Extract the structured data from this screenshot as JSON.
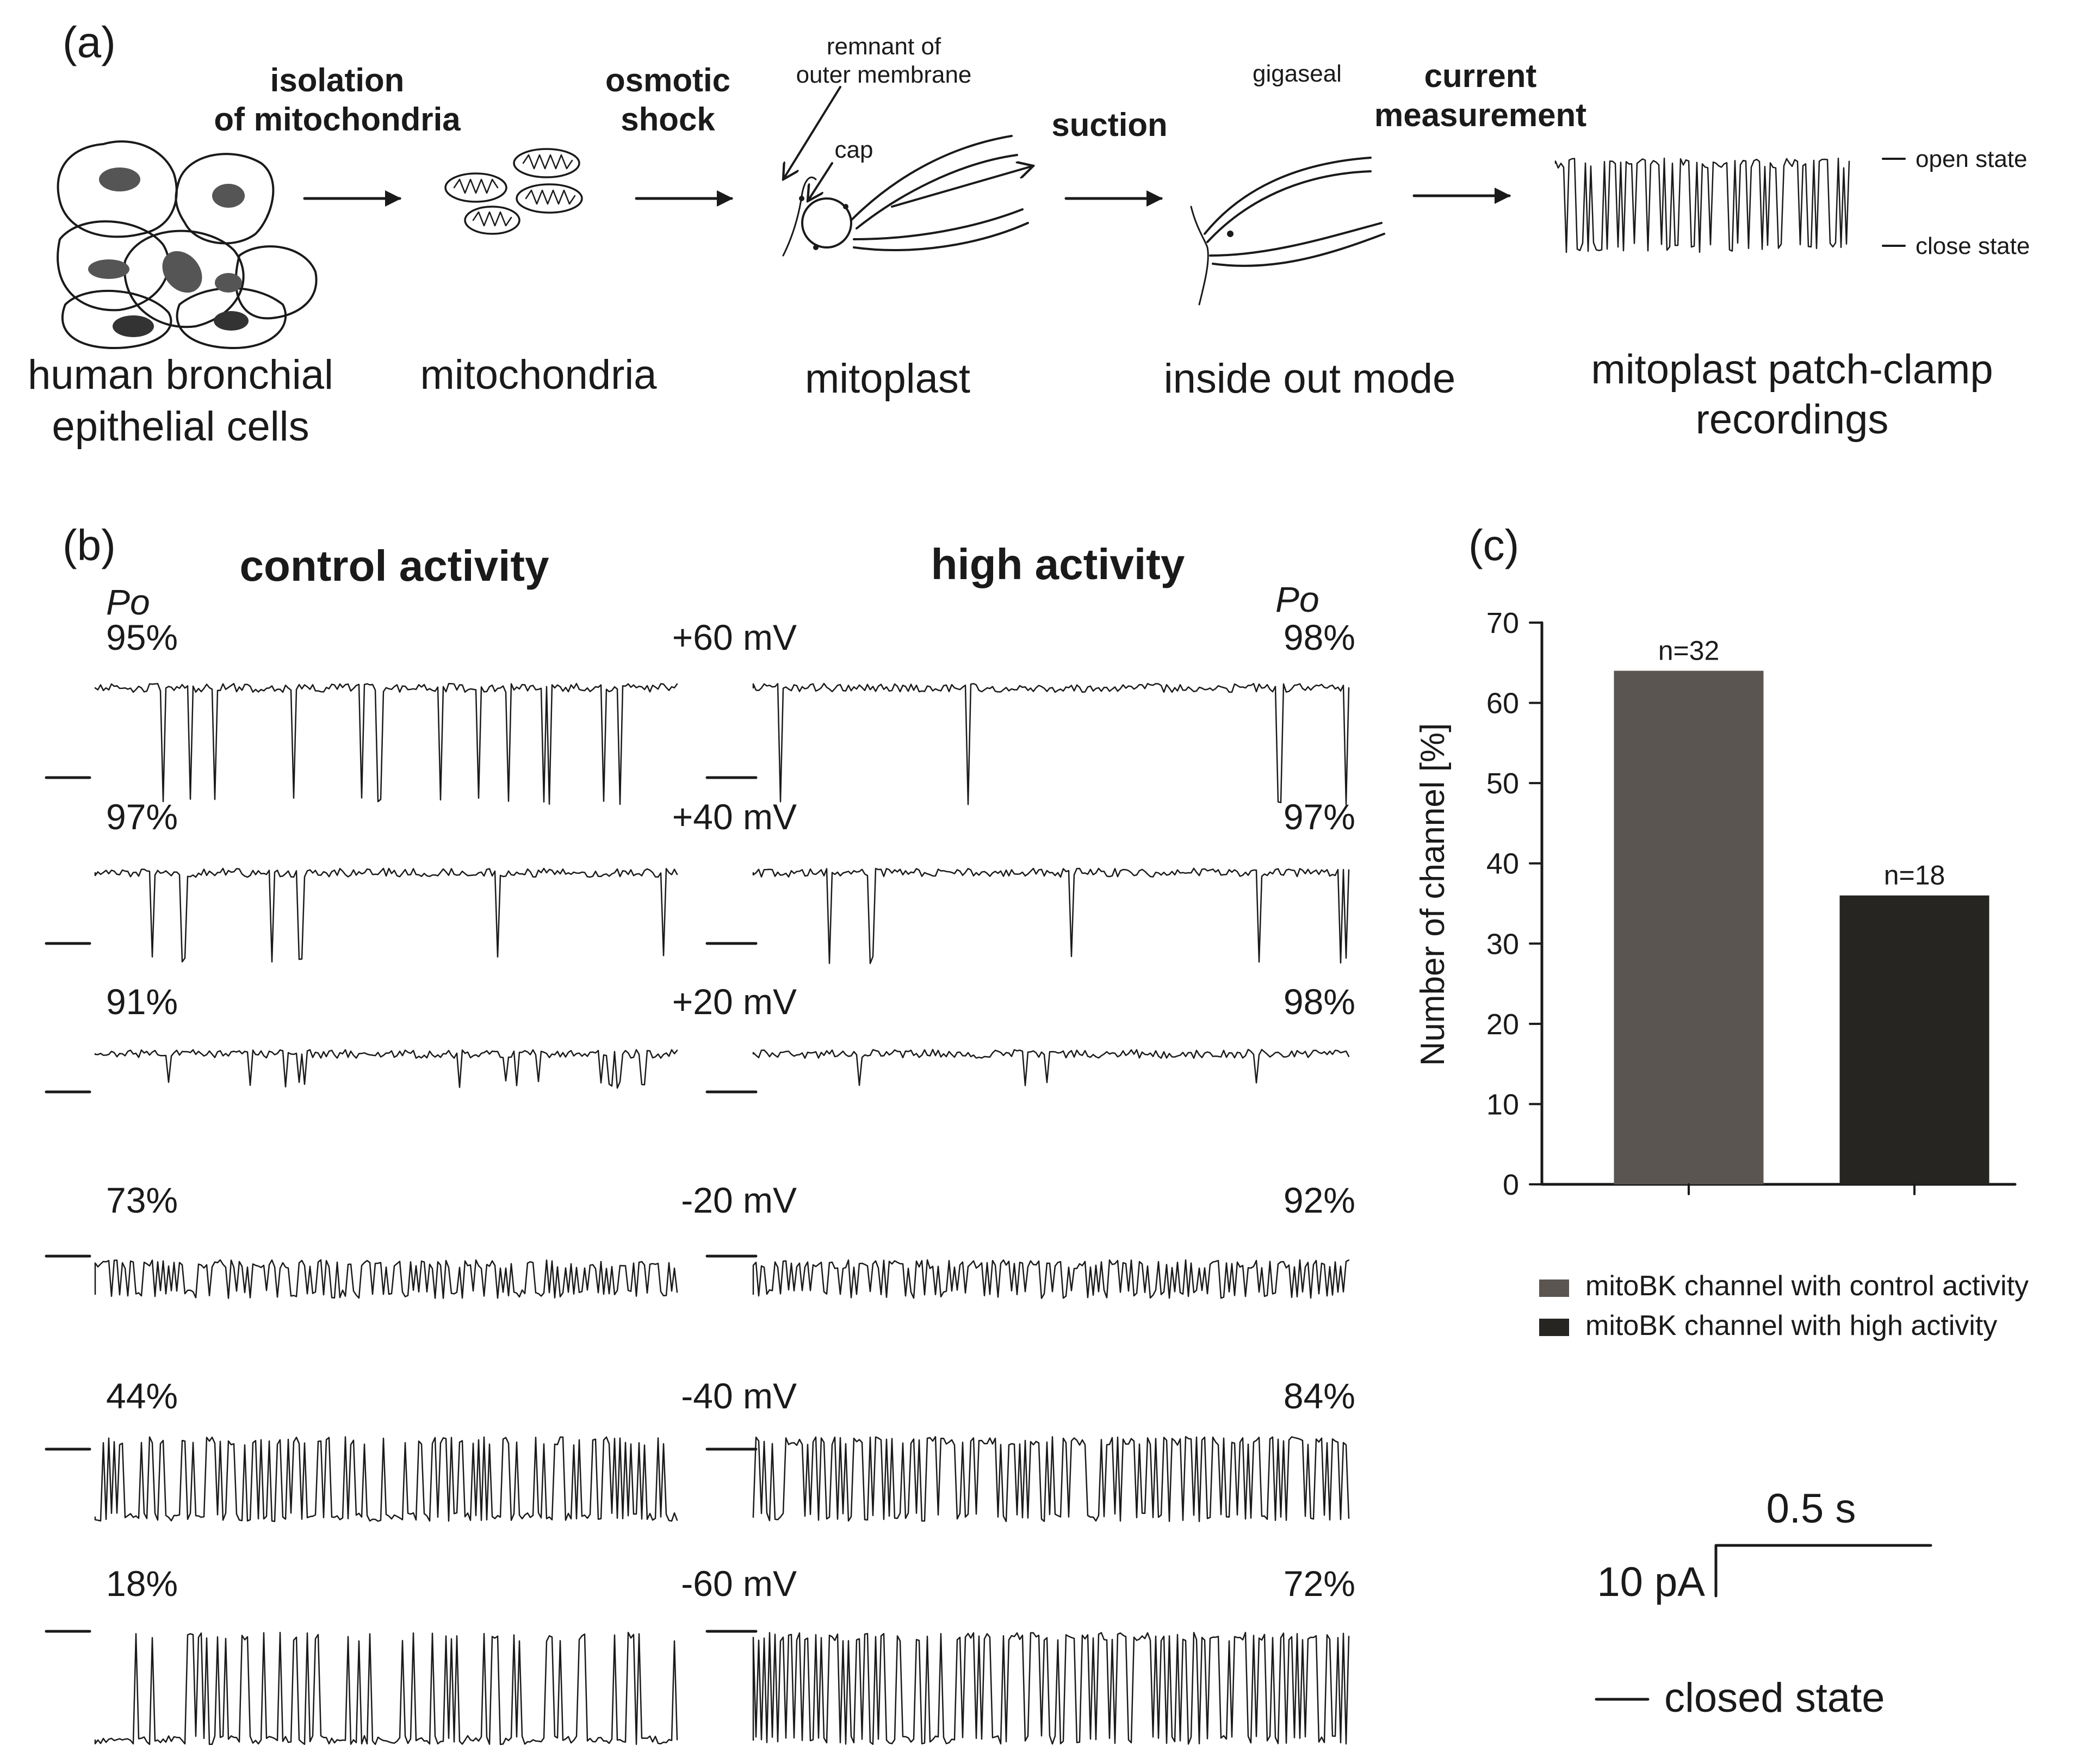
{
  "panel_a": {
    "label": "(a)",
    "steps": {
      "cells": "human bronchial epithelial cells",
      "cells_line1": "human bronchial",
      "cells_line2": "epithelial cells",
      "mitochondria": "mitochondria",
      "mitoplast": "mitoplast",
      "inside_out": "inside out mode",
      "recordings_line1": "mitoplast patch-clamp",
      "recordings_line2": "recordings"
    },
    "arrow_labels": {
      "isolation_line1": "isolation",
      "isolation_line2": "of mitochondria",
      "osmotic_line1": "osmotic",
      "osmotic_line2": "shock",
      "suction": "suction",
      "current_line1": "current",
      "current_line2": "measurement"
    },
    "annotations": {
      "remnant_line1": "remnant of",
      "remnant_line2": "outer membrane",
      "cap": "cap",
      "gigaseal": "gigaseal",
      "open_state": "open state",
      "close_state": "close state"
    }
  },
  "panel_b": {
    "label": "(b)",
    "control_title": "control activity",
    "high_title": "high activity",
    "po_label": "Po",
    "rows": [
      {
        "voltage": "+60 mV",
        "control_po": "95%",
        "high_po": "98%"
      },
      {
        "voltage": "+40 mV",
        "control_po": "97%",
        "high_po": "97%"
      },
      {
        "voltage": "+20 mV",
        "control_po": "91%",
        "high_po": "98%"
      },
      {
        "voltage": "-20 mV",
        "control_po": "73%",
        "high_po": "92%"
      },
      {
        "voltage": "-40 mV",
        "control_po": "44%",
        "high_po": "84%"
      },
      {
        "voltage": "-60 mV",
        "control_po": "18%",
        "high_po": "72%"
      }
    ]
  },
  "panel_c": {
    "label": "(c)",
    "ylabel": "Number of channel [%]",
    "legend": [
      {
        "label": "mitoBK channel with control activity",
        "color": "#5a5550"
      },
      {
        "label": "mitoBK channel with high activity",
        "color": "#262522"
      }
    ]
  },
  "scale_bar": {
    "time": "0.5 s",
    "current": "10 pA",
    "closed_state": "closed state"
  },
  "chart_data": {
    "type": "bar",
    "categories": [
      "mitoBK channel with control activity",
      "mitoBK channel with high activity"
    ],
    "values": [
      64,
      36
    ],
    "data_labels": [
      "n=32",
      "n=18"
    ],
    "colors": [
      "#5a5550",
      "#262522"
    ],
    "ylabel": "Number of channel [%]",
    "ylim": [
      0,
      70
    ],
    "yticks": [
      0,
      10,
      20,
      30,
      40,
      50,
      60,
      70
    ],
    "legend_position": "below",
    "grid": false
  }
}
